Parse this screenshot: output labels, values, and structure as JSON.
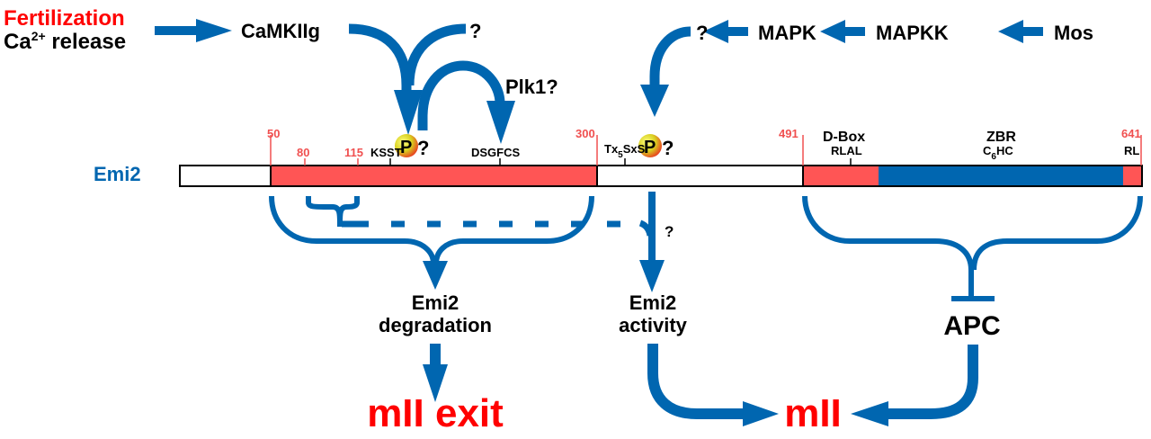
{
  "colors": {
    "arrow": "#0066b0",
    "region_red": "#ff5555",
    "region_blue": "#0066b0",
    "position_label": "#f05050",
    "title_red": "#ff0000",
    "protein_label": "#0066b0"
  },
  "inputs": {
    "fertilization": "Fertilization",
    "calcium_base": "Ca",
    "calcium_sup": "2+",
    "calcium_rest": " release",
    "camkii": "CaMKIIg",
    "unknown_kinase_left": "?",
    "plk1": "Plk1?",
    "unknown_kinase_right": "?",
    "mapk": "MAPK",
    "mapkk": "MAPKK",
    "mos": "Mos"
  },
  "protein": {
    "name": "Emi2",
    "positions": [
      "50",
      "80",
      "115",
      "300",
      "491",
      "641"
    ],
    "motifs": {
      "ksst": "KSST",
      "dsgfcs": "DSGFCS",
      "tx5sxs_a": "Tx",
      "tx5sxs_sub": "5",
      "tx5sxs_b": "SxS",
      "rlal": "RLAL",
      "c6hc_a": "C",
      "c6hc_sub": "6",
      "c6hc_b": "HC",
      "rl": "RL"
    },
    "domains": {
      "dbox": "D-Box",
      "zbr": "ZBR"
    },
    "phospho_label": "P",
    "phospho_question": "?"
  },
  "outcomes": {
    "degradation_line1": "Emi2",
    "degradation_line2": "degradation",
    "activity_line1": "Emi2",
    "activity_line2": "activity",
    "activity_question": "?",
    "apc": "APC",
    "mii_exit": "mII exit",
    "mii": "mII"
  }
}
